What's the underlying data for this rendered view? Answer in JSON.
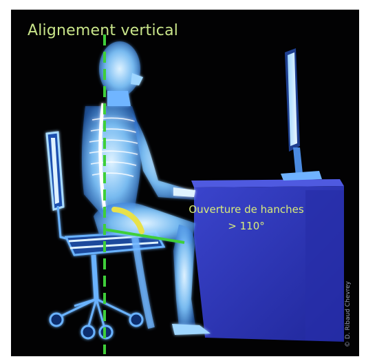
{
  "annotations": {
    "title": "Alignement vertical",
    "hip_angle_line1": "Ouverture de hanches",
    "hip_angle_line2": "> 110°"
  },
  "credit": "© D. Ribaud Chevrey",
  "colors": {
    "background": "#020203",
    "annotation_text": "#c9e58a",
    "guide_line": "#3fcf3a",
    "angle_arc": "#e8e14a",
    "desk": "#2e37b8",
    "body_glow": "#7fc6ff"
  },
  "icons": {
    "figure": "seated-skeleton-figure",
    "monitor": "computer-monitor",
    "chair": "office-chair",
    "desk": "desk"
  }
}
